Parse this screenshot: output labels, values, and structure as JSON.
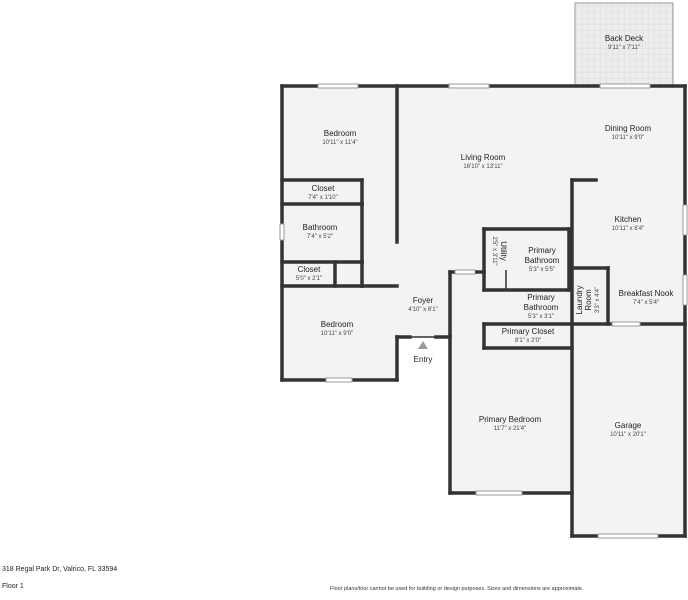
{
  "address": "318 Regal Park Dr, Valrico, FL 33594",
  "floor": "Floor 1",
  "disclaimer": "Floor plans/tour cannot be used for building or design purposes. Sizes and dimensions are approximate.",
  "entry_label": "Entry",
  "rooms": {
    "back_deck": {
      "name": "Back Deck",
      "dim": "9'11\" x 7'11\""
    },
    "dining_room": {
      "name": "Dining Room",
      "dim": "10'11\" x 9'0\""
    },
    "living_room": {
      "name": "Living Room",
      "dim": "16'10\" x 13'11\""
    },
    "bedroom_top": {
      "name": "Bedroom",
      "dim": "10'11\" x 11'4\""
    },
    "closet_top": {
      "name": "Closet",
      "dim": "7'4\" x 1'10\""
    },
    "bathroom": {
      "name": "Bathroom",
      "dim": "7'4\" x 5'2\""
    },
    "closet_small": {
      "name": "Closet",
      "dim": "5'0\" x 2'1\""
    },
    "bedroom_bottom": {
      "name": "Bedroom",
      "dim": "10'11\" x 9'0\""
    },
    "foyer": {
      "name": "Foyer",
      "dim": "4'10\" x 6'1\""
    },
    "kitchen": {
      "name": "Kitchen",
      "dim": "10'11\" x 8'4\""
    },
    "utility": {
      "name": "Utility",
      "dim": "2'5\" x 3'11\""
    },
    "primary_bathroom_top": {
      "name": "Primary",
      "name2": "Bathroom",
      "dim": "5'3\" x 5'5\""
    },
    "primary_bathroom_bottom": {
      "name": "Primary",
      "name2": "Bathroom",
      "dim": "5'3\" x 3'1\""
    },
    "laundry_room": {
      "name": "Laundry",
      "name2": "Room",
      "dim": "3'3\" x 4'4\""
    },
    "breakfast_nook": {
      "name": "Breakfast Nook",
      "dim": "7'4\" x 5'4\""
    },
    "primary_closet": {
      "name": "Primary Closet",
      "dim": "8'1\" x 2'0\""
    },
    "primary_bedroom": {
      "name": "Primary Bedroom",
      "dim": "11'7\" x 21'4\""
    },
    "garage": {
      "name": "Garage",
      "dim": "10'11\" x 20'1\""
    }
  },
  "colors": {
    "wall": "#333333",
    "floor": "#f3f3f3",
    "deck": "#eaeaea"
  }
}
